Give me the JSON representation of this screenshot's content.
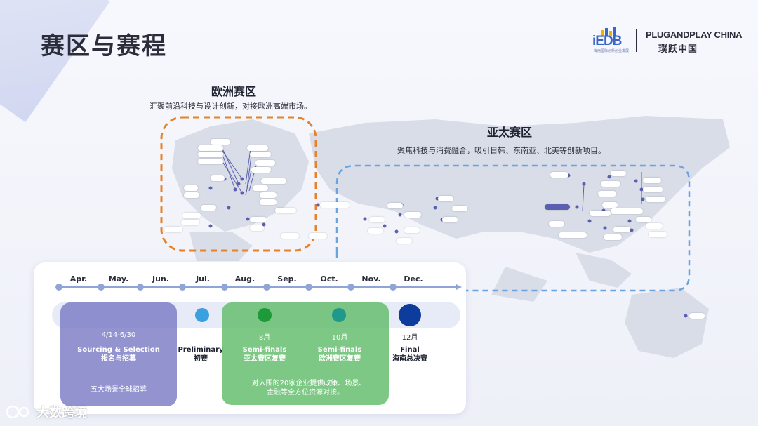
{
  "header": {
    "title": "赛区与赛程",
    "logo_iedb": "iEDB",
    "logo_iedb_sub": "海南国际创新创业发展",
    "logo_pnp": "PLUGANDPLAY CHINA",
    "logo_pnp_cn": "璞跃中国"
  },
  "regions": {
    "europe": {
      "title": "欧洲赛区",
      "desc": "汇聚前沿科技与设计创新，对接欧洲高端市场。"
    },
    "apac": {
      "title": "亚太赛区",
      "desc": "聚焦科技与消费融合，吸引日韩、东南亚、北美等创新项目。"
    }
  },
  "timeline": {
    "months": [
      "Apr.",
      "May.",
      "Jun.",
      "Jul.",
      "Aug.",
      "Sep.",
      "Oct.",
      "Nov.",
      "Dec."
    ],
    "stages": [
      {
        "date": "4/14-6/30",
        "name_en": "Sourcing & Selection",
        "name_cn": "报名与招募",
        "note": "五大场景全球招募"
      },
      {
        "date": "",
        "name_en": "Preliminary",
        "name_cn": "初赛",
        "color": "#3aa0e0"
      },
      {
        "date": "8月",
        "name_en": "Semi-finals",
        "name_cn": "亚太赛区复赛",
        "color": "#1f9a3a"
      },
      {
        "date": "10月",
        "name_en": "Semi-finals",
        "name_cn": "欧洲赛区复赛",
        "color": "#1f9a8a"
      },
      {
        "date": "12月",
        "name_en": "Final",
        "name_cn": "海南总决赛",
        "color": "#0d3c9c"
      }
    ],
    "semi_note_1": "对入围的20家企业提供政策、场景、",
    "semi_note_2": "金融等全方位资源对接。"
  },
  "watermark": "大数跨境",
  "colors": {
    "europe_border": "#e8822a",
    "apac_border": "#6aa3e0",
    "sourcing": "#7878c4",
    "semi": "#66be6e"
  }
}
